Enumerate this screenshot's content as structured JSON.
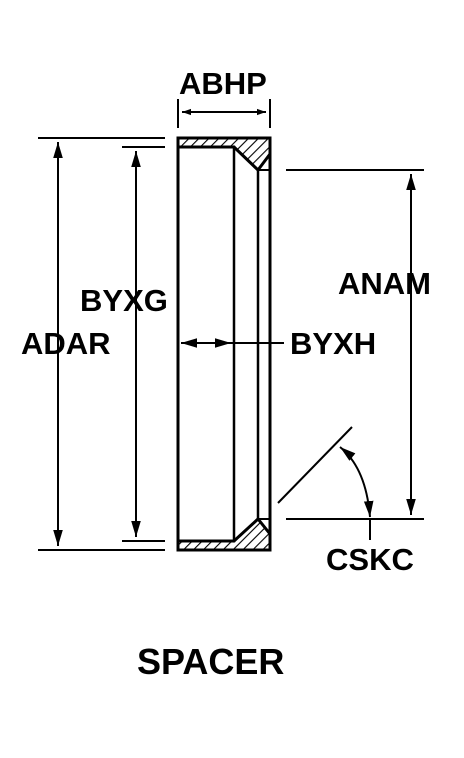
{
  "diagram": {
    "title": "SPACER",
    "dimensions": {
      "abhp": "ABHP",
      "byxg": "BYXG",
      "adar": "ADAR",
      "anam": "ANAM",
      "byxh": "BYXH",
      "cskc": "CSKC"
    },
    "colors": {
      "ink": "#000000",
      "background": "#ffffff"
    }
  }
}
